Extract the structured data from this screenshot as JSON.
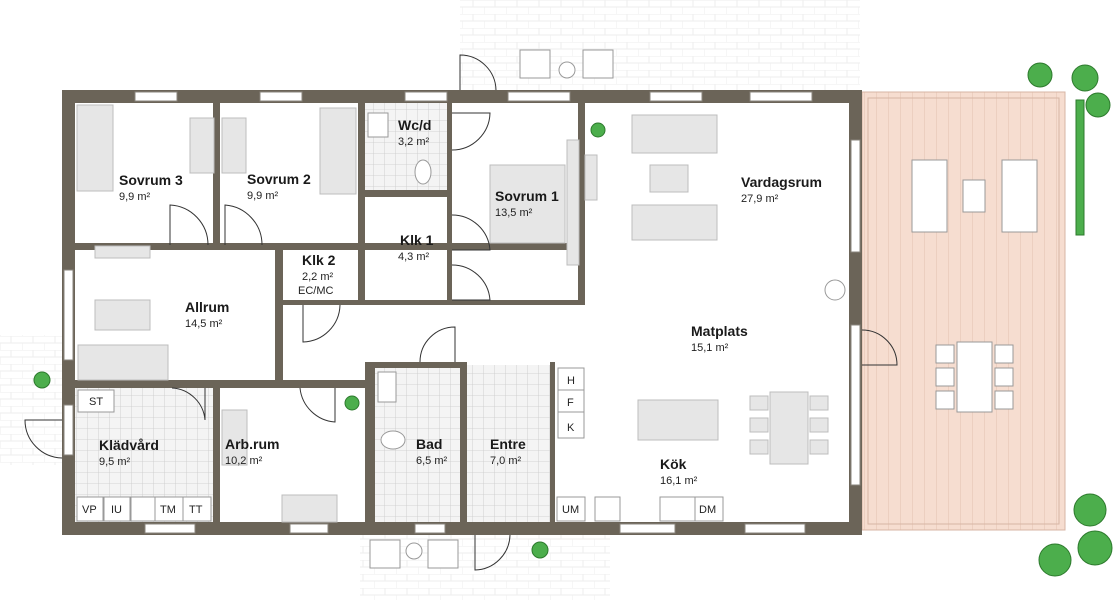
{
  "rooms": [
    {
      "name": "Sovrum 3",
      "area": "9,9 m²"
    },
    {
      "name": "Sovrum 2",
      "area": "9,9 m²"
    },
    {
      "name": "Wc/d",
      "area": "3,2 m²"
    },
    {
      "name": "Sovrum 1",
      "area": "13,5 m²"
    },
    {
      "name": "Vardagsrum",
      "area": "27,9 m²"
    },
    {
      "name": "Klk 1",
      "area": "4,3 m²"
    },
    {
      "name": "Klk 2",
      "area": "2,2 m²",
      "note": "EC/MC"
    },
    {
      "name": "Allrum",
      "area": "14,5 m²"
    },
    {
      "name": "Matplats",
      "area": "15,1 m²"
    },
    {
      "name": "Klädvård",
      "area": "9,5 m²"
    },
    {
      "name": "Arb.rum",
      "area": "10,2 m²"
    },
    {
      "name": "Bad",
      "area": "6,5 m²"
    },
    {
      "name": "Entre",
      "area": "7,0 m²"
    },
    {
      "name": "Kök",
      "area": "16,1 m²"
    }
  ],
  "appliances": {
    "st": "ST",
    "vp": "VP",
    "iu": "IU",
    "tm": "TM",
    "tt": "TT",
    "h": "H",
    "f": "F",
    "k": "K",
    "um": "UM",
    "dm": "DM"
  },
  "colors": {
    "wall": "#6b6458",
    "deck": "#f6ddd0",
    "tile": "#f2f2f2",
    "plant": "#4cae4c"
  }
}
